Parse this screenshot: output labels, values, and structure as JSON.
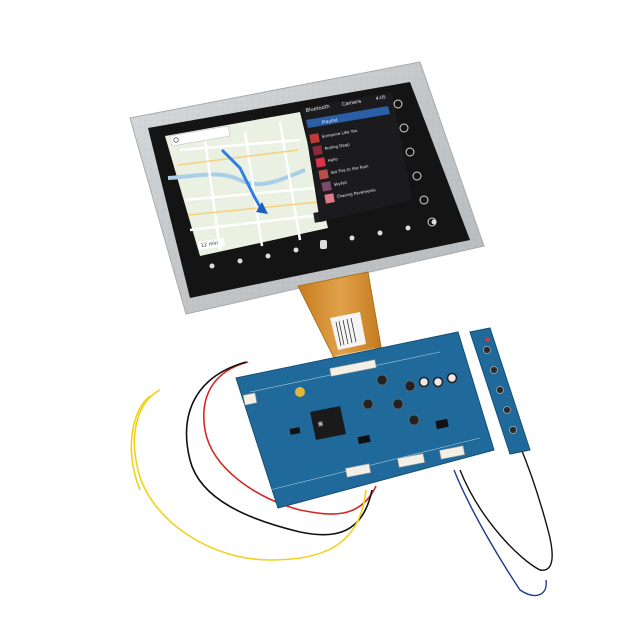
{
  "screen": {
    "tabs": [
      "Bluetooth",
      "Camera"
    ],
    "status_time": "4:05",
    "playlist_header": "Playlist",
    "tracks": [
      "Someone Like You",
      "Rolling Deep",
      "Hello",
      "Set Fire to the Rain",
      "Skyfall",
      "Chasing Pavements"
    ],
    "map_eta": "12 min"
  },
  "colors": {
    "bezel": "#c9ccce",
    "screen_bg": "#141414",
    "map_land": "#eaf0e2",
    "map_water": "#a9cfe8",
    "route": "#2f7de1",
    "pcb": "#1f6a9a",
    "ribbon": "#d08a2a",
    "accent": "#d8344b"
  },
  "icons": [
    "home-icon",
    "back-icon",
    "menu-icon",
    "settings-icon",
    "phone-icon",
    "music-icon"
  ]
}
